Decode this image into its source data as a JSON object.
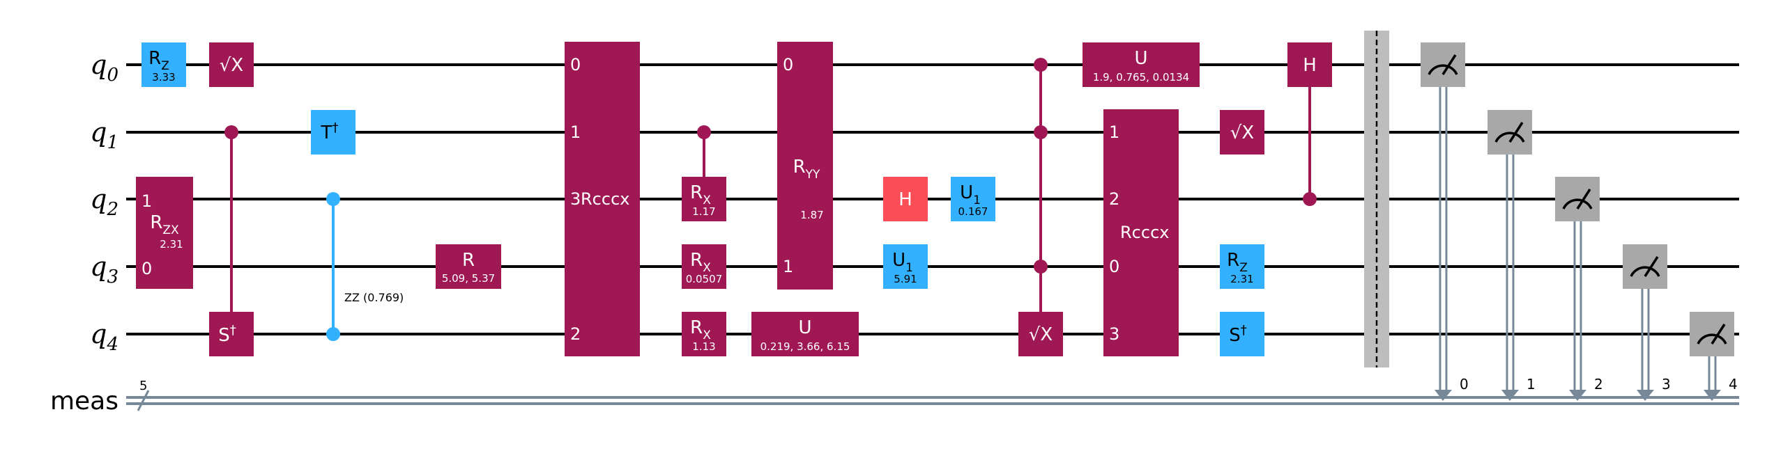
{
  "qubits": [
    "q",
    "q",
    "q",
    "q",
    "q"
  ],
  "qubit_indices": [
    "0",
    "1",
    "2",
    "3",
    "4"
  ],
  "classical_register": {
    "name": "meas",
    "size_label": "5",
    "bit_labels": [
      "0",
      "1",
      "2",
      "3",
      "4"
    ]
  },
  "colors": {
    "wire": "#000000",
    "classical_wire": "#778899",
    "barrier": "#BDBDBD",
    "magenta_gate": "#9F1853",
    "blue_gate": "#33B1FF",
    "hadamard_red": "#FA4D56",
    "zz_link": "#33B1FF",
    "measure_gray": "#A8A8A8"
  },
  "gates": {
    "rz_q0": {
      "label": "R",
      "sub": "Z",
      "param": "3.33"
    },
    "sx_q0": {
      "label": "√X"
    },
    "rzx": {
      "label": "R",
      "sub": "ZX",
      "param": "2.31",
      "port_top": "1",
      "port_bottom": "0"
    },
    "sdg_q4": {
      "label": "S",
      "sup": "†"
    },
    "tdg_q1": {
      "label": "T",
      "sup": "†"
    },
    "zz": {
      "label": "ZZ (0.769)"
    },
    "r_q3": {
      "label": "R",
      "param": "5.09, 5.37"
    },
    "rcccx_1": {
      "label": "Rcccx",
      "ports": [
        "0",
        "1",
        "3",
        "2"
      ]
    },
    "rx_q2": {
      "label": "R",
      "sub": "X",
      "param": "1.17"
    },
    "rx_q3": {
      "label": "R",
      "sub": "X",
      "param": "0.0507"
    },
    "rx_q4": {
      "label": "R",
      "sub": "X",
      "param": "1.13"
    },
    "ryy": {
      "label": "R",
      "sub": "YY",
      "param": "1.87",
      "port_top": "0",
      "port_bottom": "1"
    },
    "u_q4": {
      "label": "U",
      "param": "0.219, 3.66, 6.15"
    },
    "h_q2": {
      "label": "H"
    },
    "u1_q2": {
      "label": "U",
      "sub": "1",
      "param": "0.167"
    },
    "u1_q3": {
      "label": "U",
      "sub": "1",
      "param": "5.91"
    },
    "sx_q4": {
      "label": "√X"
    },
    "u_q0": {
      "label": "U",
      "param": "1.9, 0.765, 0.0134"
    },
    "rcccx_2": {
      "label": "Rcccx",
      "ports": [
        "1",
        "2",
        "0",
        "3"
      ]
    },
    "sx_q1": {
      "label": "√X"
    },
    "rz_q3": {
      "label": "R",
      "sub": "Z",
      "param": "2.31"
    },
    "sdg_q4b": {
      "label": "S",
      "sup": "†"
    },
    "ch_h": {
      "label": "H"
    }
  }
}
